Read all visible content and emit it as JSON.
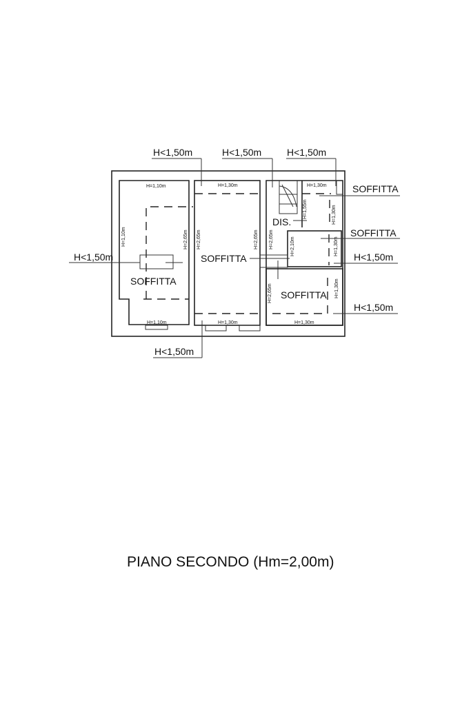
{
  "plan": {
    "title": "PIANO SECONDO (Hm=2,00m)",
    "height_limit_label": "H<1,50m",
    "rooms": [
      {
        "name": "SOFFITTA",
        "id": "left"
      },
      {
        "name": "SOFFITTA",
        "id": "center"
      },
      {
        "name": "DIS.",
        "id": "landing"
      },
      {
        "name": "SOFFITTA",
        "id": "bottom-right"
      }
    ],
    "external_labels": {
      "top_1": "H<1,50m",
      "top_2": "H<1,50m",
      "top_3": "H<1,50m",
      "left": "H<1,50m",
      "bottom": "H<1,50m",
      "right_1": "SOFFITTA",
      "right_2": "SOFFITTA",
      "right_3": "H<1,50m",
      "right_4": "H<1,50m"
    },
    "dimensions": {
      "left_top": "H=1,10m",
      "left_bottom": "H=1,10m",
      "left_side": "H=1,10m",
      "left_inner": "H=2,65m",
      "center_top": "H=1,30m",
      "center_bottom": "H=1,30m",
      "center_left": "H=2,65m",
      "center_right": "H=2,65m",
      "mid_wall": "H=2,65m",
      "stair_side": "H=1,55m",
      "right_top": "H=1,30m",
      "right_upper_side": "H=1,30m",
      "right_mid_left": "H=2,10m",
      "right_mid_right": "H=1,30m",
      "right_low_left": "H=2,65m",
      "right_low_right": "H=1,30m",
      "right_bottom": "H=1,30m"
    }
  }
}
